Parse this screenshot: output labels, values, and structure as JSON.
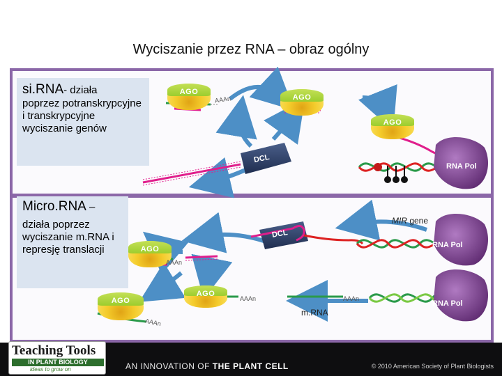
{
  "title": "Wyciszanie przez RNA – obraz ogólny",
  "sirna": {
    "heading": "si.RNA",
    "heading_tail": "- działa",
    "description": "poprzez potranskrypcyjne i transkrypcyjne wyciszanie genów"
  },
  "mirna": {
    "heading": "Micro.RNA",
    "heading_tail": " –",
    "description": "działa poprzez wyciszanie m.RNA i represję translacji"
  },
  "labels": {
    "ago": "AGO",
    "dcl": "DCL",
    "rna_pol": "RNA Pol",
    "mir_gene_italic": "MIR",
    "mir_gene_rest": " gene",
    "mrna": "m.RNA",
    "polya": "AAAn"
  },
  "footer": {
    "logo_top": "Teaching Tools",
    "logo_mid": "IN PLANT BIOLOGY",
    "logo_bottom": "ideas to grow on",
    "innovation_prefix": "AN INNOVATION OF ",
    "innovation_bold": "THE PLANT CELL",
    "copyright": "© 2010 American Society of Plant Biologists"
  },
  "colors": {
    "frame": "#8b67a8",
    "ago_body": "#f4cb2b",
    "ago_cap": "#9ccd2e",
    "dcl": "#2c3e66",
    "rna_pol": "#7a3d8c",
    "rna_magenta": "#e01e8c",
    "rna_green": "#2a9a4a",
    "arrow": "#4d8fc6"
  }
}
